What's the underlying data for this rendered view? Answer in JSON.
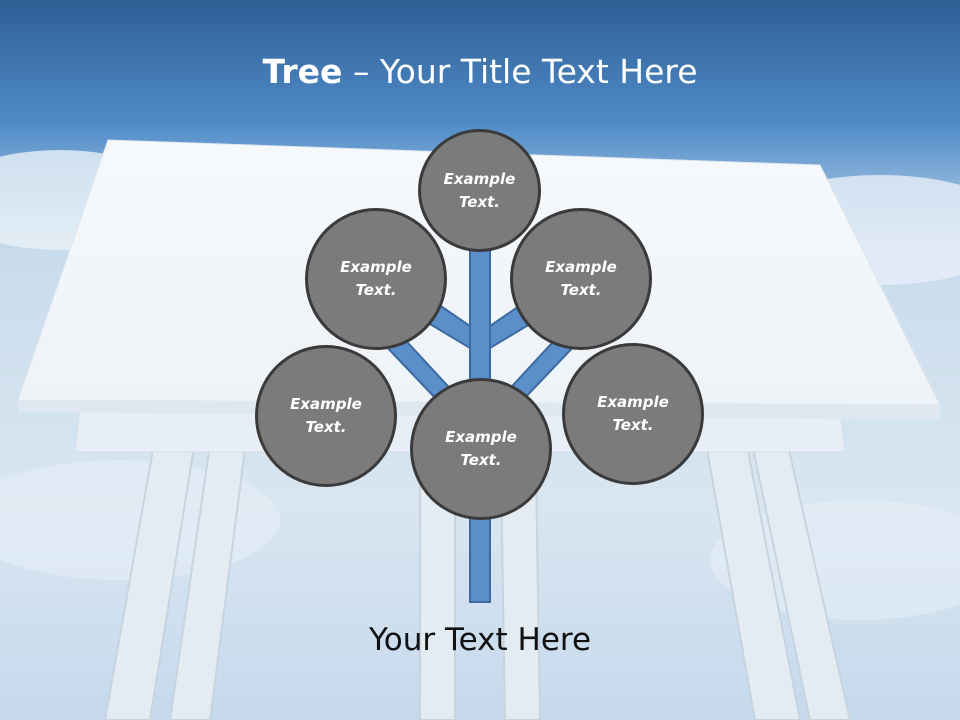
{
  "slide": {
    "title_bold": "Tree",
    "title_rest": " – Your Title Text Here",
    "footer_text": "Your Text Here"
  },
  "nodes": [
    {
      "label": "Example Text."
    },
    {
      "label": "Example Text."
    },
    {
      "label": "Example Text."
    },
    {
      "label": "Example Text."
    },
    {
      "label": "Example Text."
    },
    {
      "label": "Example Text."
    }
  ],
  "colors": {
    "sky_top": "#3a6fa8",
    "sky_mid": "#5b95cf",
    "branch_fill": "#5b8fc9",
    "branch_stroke": "#3b6aa0",
    "node_fill": "#7b7b7b",
    "node_stroke": "#3a3a3a"
  }
}
